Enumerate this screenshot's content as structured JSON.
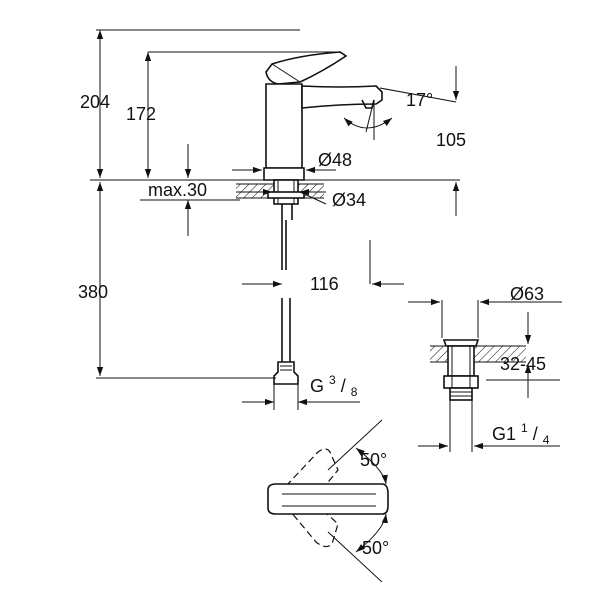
{
  "dimensions": {
    "total_height": "204",
    "spout_height": "172",
    "spout_angle": "17°",
    "spout_reach": "105",
    "body_diameter": "Ø48",
    "max_deck": "max.30",
    "hole_diameter": "Ø34",
    "hose_length": "380",
    "spout_projection": "116",
    "waste_diameter": "Ø63",
    "waste_deck_range": "32-45",
    "hose_thread": "G",
    "hose_thread_num": "3",
    "hose_thread_sep": "/",
    "hose_thread_den": "8",
    "waste_thread": "G1",
    "waste_thread_num": "1",
    "waste_thread_sep": "/",
    "waste_thread_den": "4",
    "lever_angle_top": "50°",
    "lever_angle_bottom": "50°"
  }
}
